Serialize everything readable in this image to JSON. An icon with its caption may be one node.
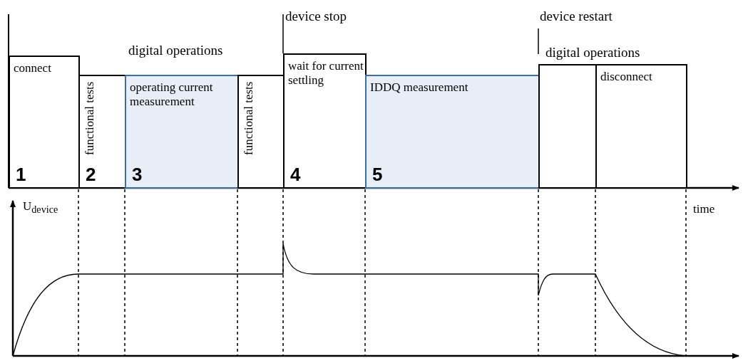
{
  "diagram": {
    "nodes": [
      {
        "text": [
          "connect",
          "1"
        ]
      },
      {
        "text": [
          "functional tests",
          "2"
        ]
      },
      {
        "text": [
          "operating current measurement",
          "3"
        ]
      },
      {
        "text": [
          "functional tests"
        ]
      },
      {
        "text": [
          "wait for current settling",
          "4"
        ]
      },
      {
        "text": [
          "IDDQ measurement",
          "5"
        ]
      },
      {
        "text": [],
        "shape": "box"
      },
      {
        "text": [
          "disconnect"
        ]
      }
    ],
    "labels": [
      "device stop",
      "device restart",
      "digital operations",
      "digital operations",
      "time",
      "U$_{device}$"
    ]
  }
}
